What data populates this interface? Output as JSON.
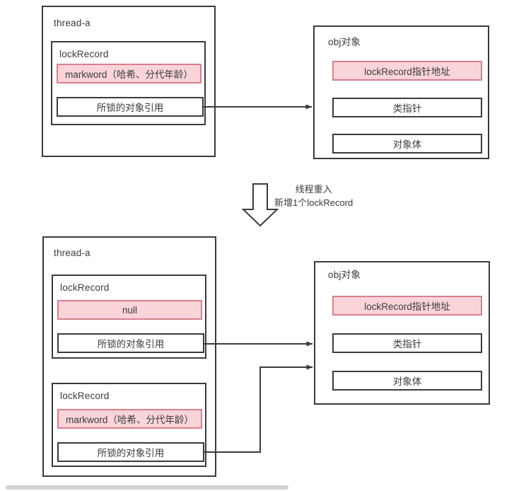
{
  "diagram": {
    "title_top_thread": "thread-a",
    "title_top_obj": "obj对象",
    "title_bottom_thread": "thread-a",
    "title_bottom_obj": "obj对象",
    "transition_note_line1": "线程重入",
    "transition_note_line2": "新增1个lockRecord",
    "colors": {
      "stroke": "#3b3b3b",
      "pink_fill": "#fad4d9",
      "pink_stroke": "#d87f8c",
      "text": "#3b3b3b",
      "scrollbar": "#d2d2d4"
    },
    "top": {
      "thread": {
        "label": "thread-a",
        "lock_records": [
          {
            "label": "lockRecord",
            "markword_row": "markword（哈希、分代年龄）",
            "object_ref_row": "所锁的对象引用"
          }
        ]
      },
      "obj": {
        "label": "obj对象",
        "rows": [
          "lockRecord指针地址",
          "类指针",
          "对象体"
        ]
      }
    },
    "bottom": {
      "thread": {
        "label": "thread-a",
        "lock_records": [
          {
            "label": "lockRecord",
            "markword_row": "null",
            "object_ref_row": "所锁的对象引用"
          },
          {
            "label": "lockRecord",
            "markword_row": "markword（哈希、分代年龄）",
            "object_ref_row": "所锁的对象引用"
          }
        ]
      },
      "obj": {
        "label": "obj对象",
        "rows": [
          "lockRecord指针地址",
          "类指针",
          "对象体"
        ]
      }
    }
  }
}
